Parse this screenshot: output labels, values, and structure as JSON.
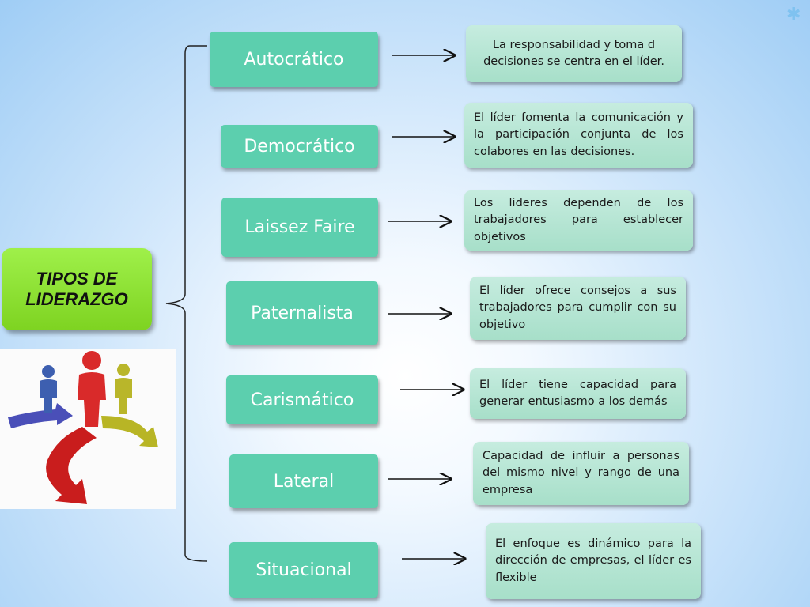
{
  "root": {
    "label": "TIPOS DE LIDERAZGO"
  },
  "types": [
    {
      "name": "Autocrático",
      "description": "La responsabilidad y toma d decisiones se centra en el líder."
    },
    {
      "name": "Democrático",
      "description": "El líder fomenta la comunicación y la participación conjunta de los colabores en las decisiones."
    },
    {
      "name": "Laissez Faire",
      "description": "Los lideres dependen de los trabajadores para establecer objetivos"
    },
    {
      "name": "Paternalista",
      "description": "El líder ofrece consejos a sus trabajadores para cumplir con su objetivo"
    },
    {
      "name": "Carismático",
      "description": "El líder tiene capacidad para generar entusiasmo a los demás"
    },
    {
      "name": "Lateral",
      "description": "Capacidad de influir a personas del mismo nivel y rango de una empresa"
    },
    {
      "name": "Situacional",
      "description": "El enfoque es dinámico para la dirección de empresas, el líder es flexible"
    }
  ],
  "colors": {
    "root_fill": "#7ed321",
    "type_fill": "#5ccfae",
    "desc_fill": "#b5e5d3",
    "arrow": "#111111"
  },
  "illustration": {
    "icon": "people-arrows-icon",
    "figure_colors": [
      "#3d5fb0",
      "#d92a2a",
      "#b9b62a"
    ]
  }
}
